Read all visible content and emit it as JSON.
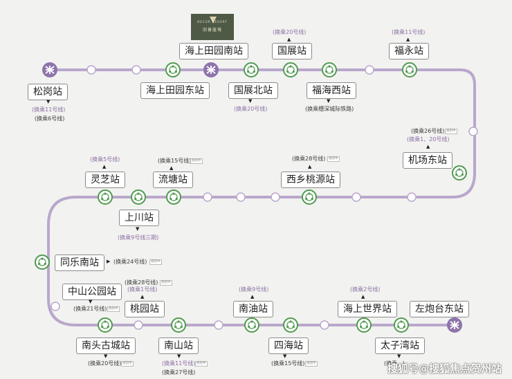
{
  "logo": {
    "brand": "旧善崖境",
    "sub": "DECOR RESORT"
  },
  "stations": {
    "songgang": "松岗站",
    "haishang_tianyuan_nan": "海上田园南站",
    "haishang_tianyuan_dong": "海上田园东站",
    "guozhan": "国展站",
    "guozhan_bei": "国展北站",
    "fuhai_xi": "福海西站",
    "fuyong": "福永站",
    "jichang_dong": "机场东站",
    "xixiang_taoyuan": "西乡桃源站",
    "liutang": "流塘站",
    "lingzhi": "灵芝站",
    "shangchuan": "上川站",
    "tongle_nan": "同乐南站",
    "zhongshan_gongyuan": "中山公园站",
    "taoyuan": "桃园站",
    "nantou_gucheng": "南头古城站",
    "nanshan": "南山站",
    "nanyou": "南油站",
    "sihai": "四海站",
    "haishang_shijie": "海上世界站",
    "taizi_wan": "太子湾站",
    "zuopaotai_dong": "左炮台东站"
  },
  "notes": {
    "songgang_1": "(换乘11号线)",
    "songgang_2": "(换乘6号线)",
    "guozhan": "(换乘20号线)",
    "guozhan_bei": "(换乘20号线)",
    "fuhai_xi": "(换乘穗深城际铁路)",
    "fuyong": "(换乘11号线)",
    "jichang_1": "(换乘26号线)",
    "jichang_2": "(换乘1、20号线)",
    "xixiang": "(换乘28号线)",
    "liutang": "(换乘15号线)",
    "lingzhi": "(换乘5号线)",
    "shangchuan": "(换乘9号线三期)",
    "tongle": "(换乘24号线)",
    "zhongshan": "(换乘21号线)",
    "taoyuan_1": "(换乘28号线)",
    "taoyuan_2": "(换乘1号线)",
    "nantou": "(换乘20号线)",
    "nanshan_1": "(换乘11号线)",
    "nanshan_2": "(换乘27号线)",
    "nanyou": "(换乘9号线)",
    "sihai": "(换乘15号线)",
    "haishang_shijie": "(换乘2号线)",
    "taizi": "(换乘...)"
  },
  "plan_tag": "规划中",
  "watermark": "搜狐号@搜狐焦点贺州站",
  "colors": {
    "line": "#b9a7cc",
    "station": "#4f9a4f",
    "metro": "#8e74ab"
  }
}
